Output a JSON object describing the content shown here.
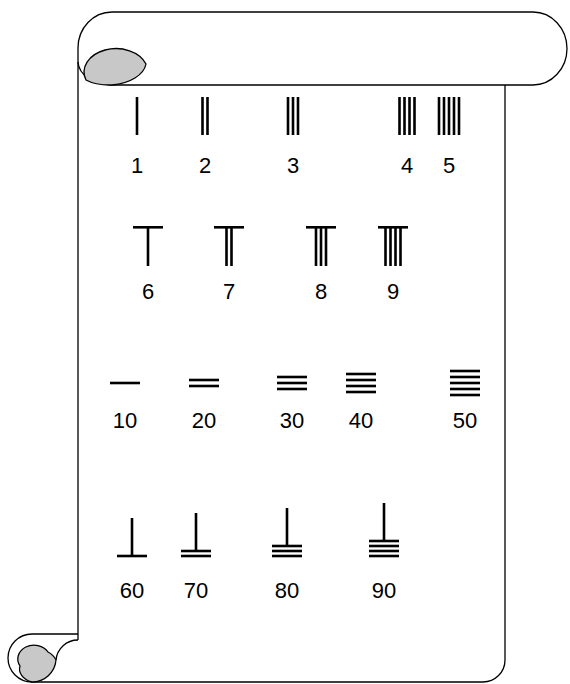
{
  "diagram": {
    "labels": [
      "1",
      "2",
      "3",
      "4",
      "5",
      "6",
      "7",
      "8",
      "9",
      "10",
      "20",
      "30",
      "40",
      "50",
      "60",
      "70",
      "80",
      "90"
    ]
  }
}
